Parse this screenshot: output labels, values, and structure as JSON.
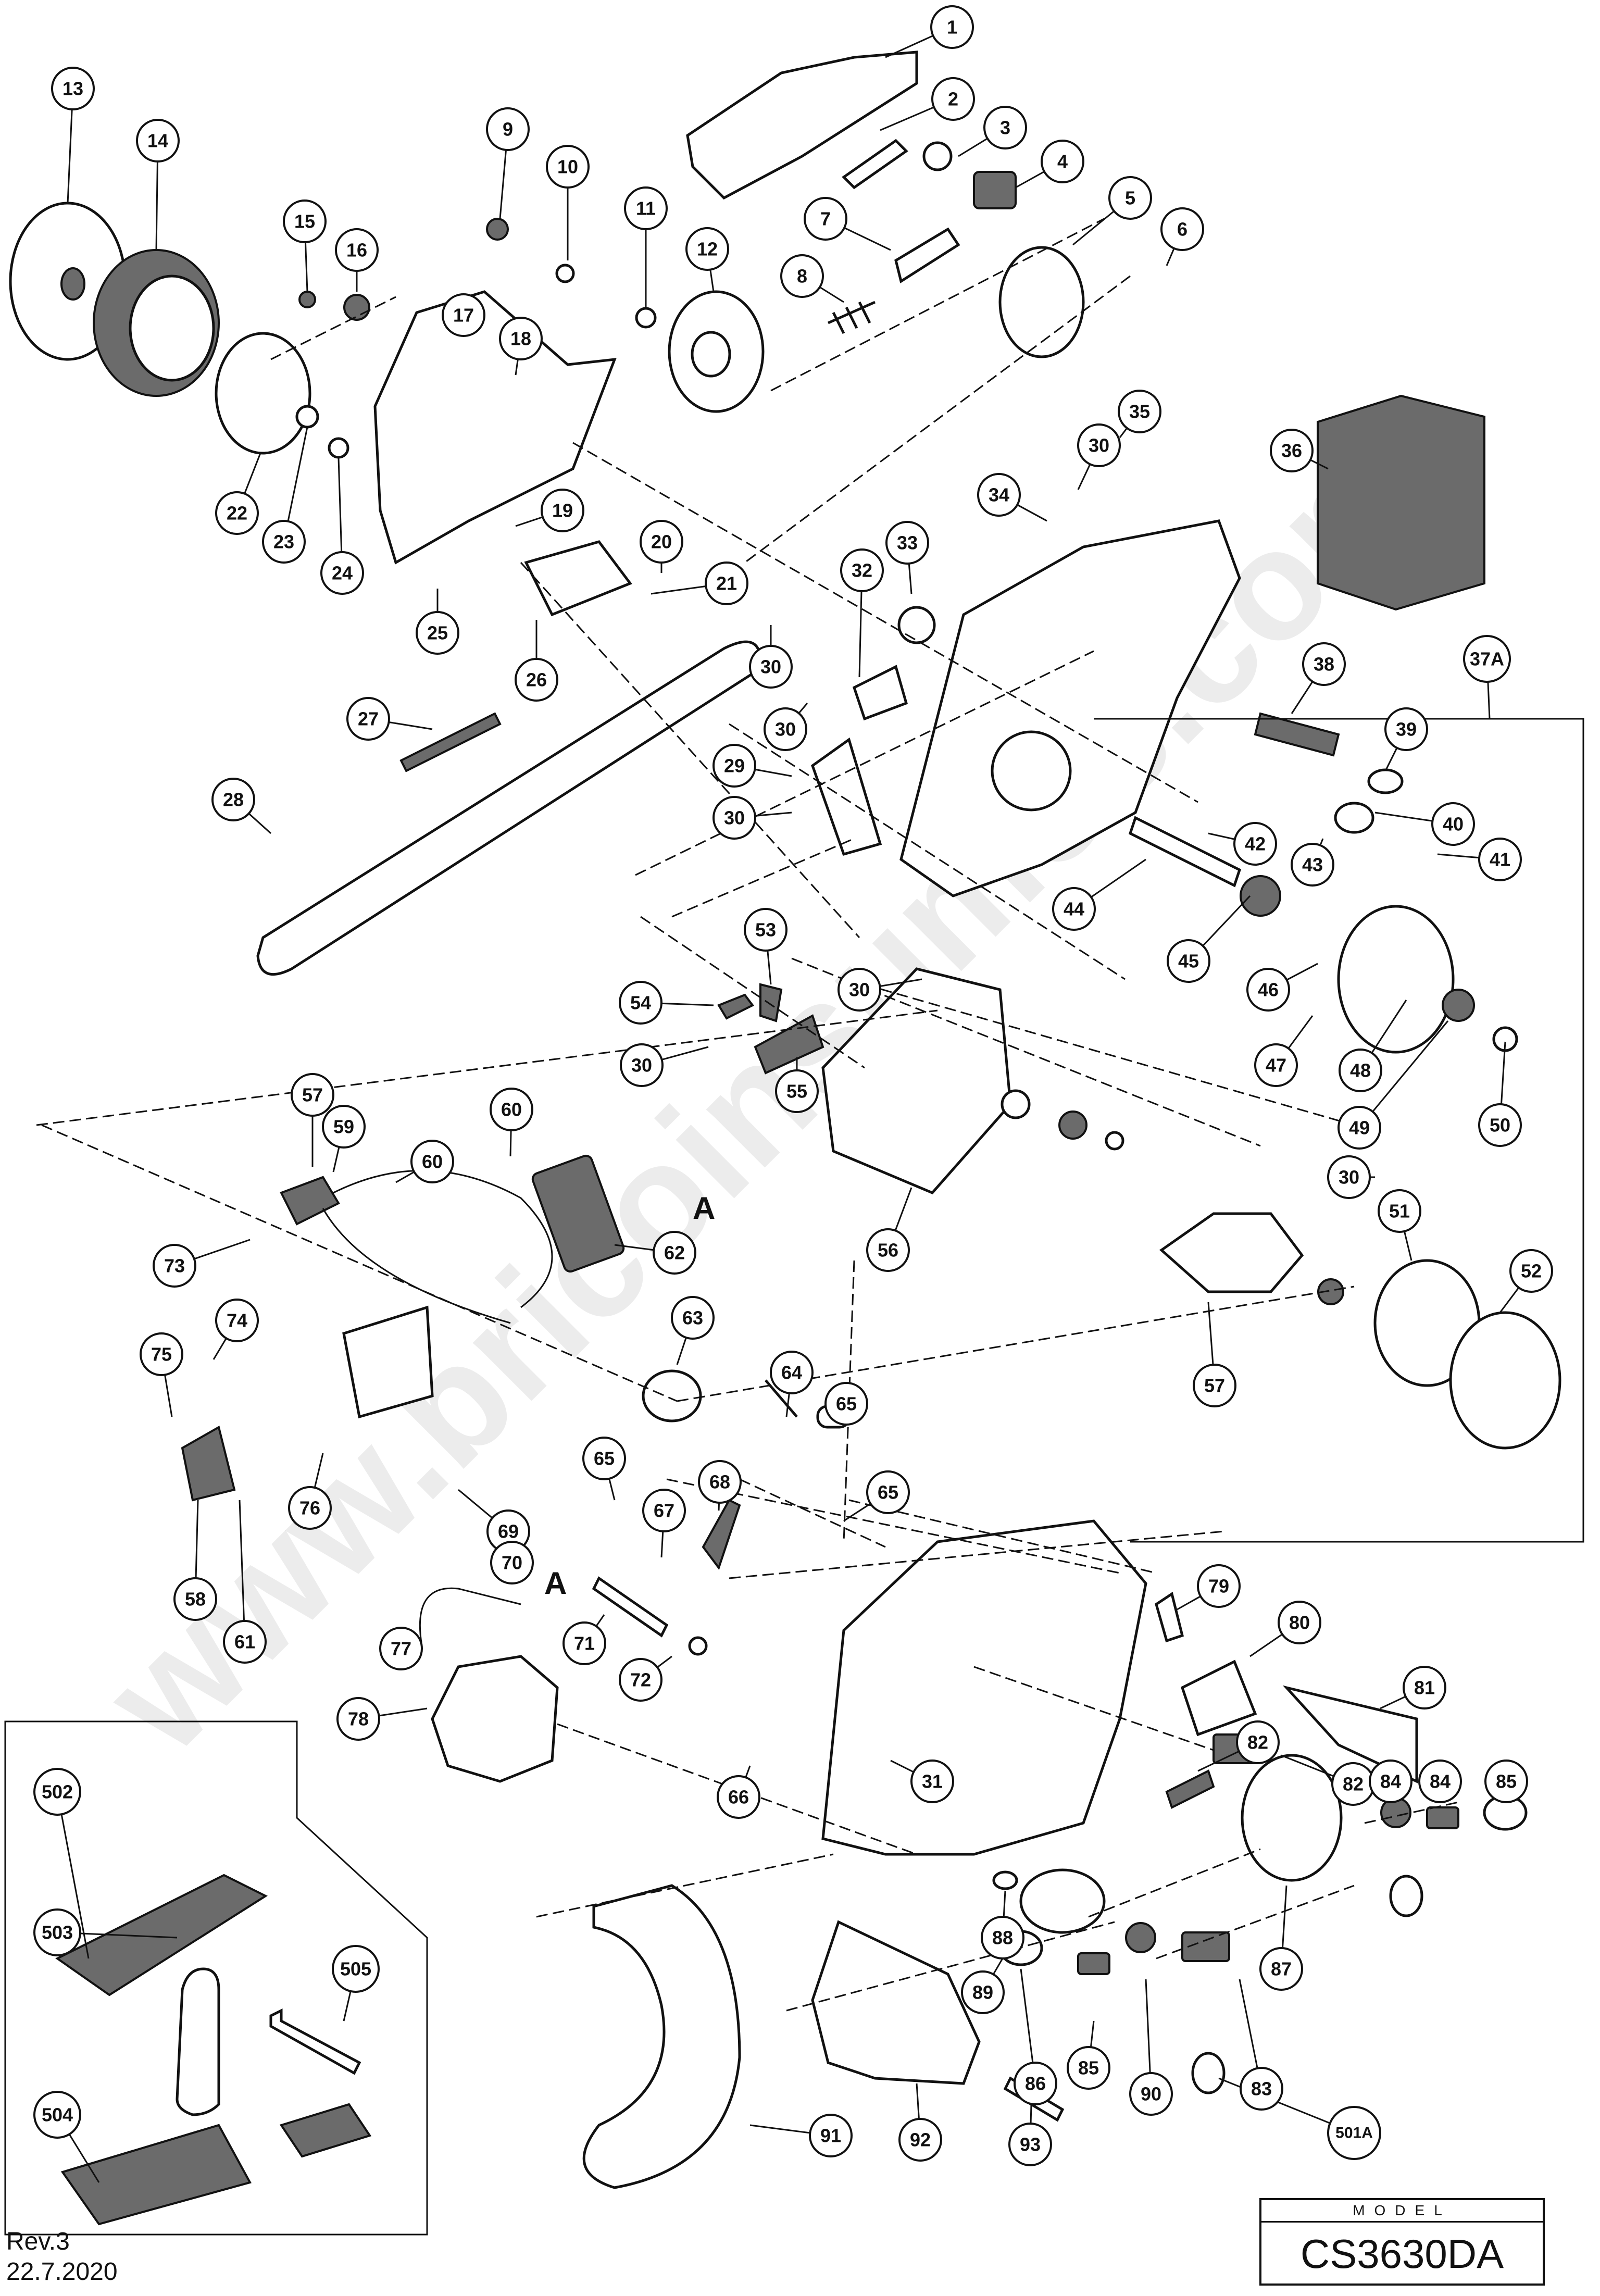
{
  "watermark": "www.bricoinsumos.com",
  "detail_marker": "A",
  "revision": "Rev.3",
  "date": "22.7.2020",
  "model_header": "MODEL",
  "model_name": "CS3630DA",
  "callouts": [
    "1",
    "2",
    "3",
    "4",
    "5",
    "6",
    "7",
    "8",
    "9",
    "10",
    "11",
    "12",
    "13",
    "14",
    "15",
    "16",
    "17",
    "18",
    "19",
    "20",
    "21",
    "22",
    "23",
    "24",
    "25",
    "26",
    "27",
    "28",
    "29",
    "30",
    "30",
    "30",
    "30",
    "30",
    "30",
    "30",
    "31",
    "32",
    "33",
    "34",
    "35",
    "36",
    "37A",
    "38",
    "39",
    "40",
    "41",
    "42",
    "43",
    "44",
    "45",
    "46",
    "47",
    "48",
    "49",
    "50",
    "51",
    "52",
    "53",
    "54",
    "55",
    "56",
    "57",
    "57",
    "58",
    "59",
    "60",
    "60",
    "61",
    "62",
    "63",
    "64",
    "65",
    "65",
    "65",
    "66",
    "67",
    "68",
    "69",
    "70",
    "71",
    "72",
    "73",
    "74",
    "75",
    "76",
    "77",
    "78",
    "79",
    "80",
    "81",
    "82",
    "82",
    "83",
    "84",
    "84",
    "85",
    "85",
    "86",
    "87",
    "88",
    "89",
    "90",
    "91",
    "92",
    "93",
    "501A",
    "502",
    "503",
    "504",
    "505"
  ]
}
